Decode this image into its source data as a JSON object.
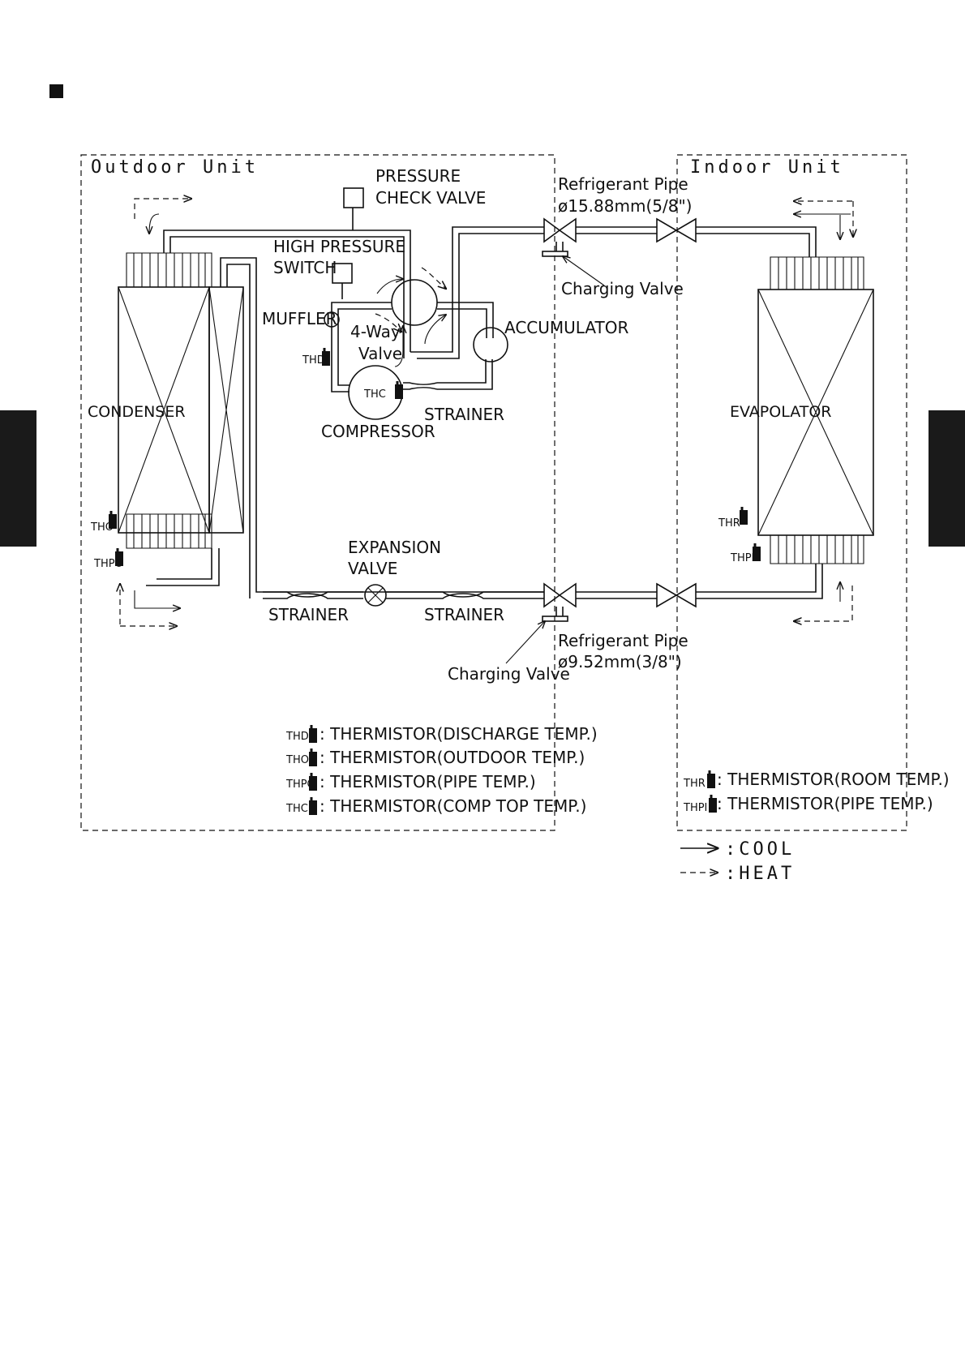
{
  "units": {
    "outdoor": "Outdoor Unit",
    "indoor": "Indoor Unit"
  },
  "components": {
    "pressure_check_valve": [
      "PRESSURE",
      "CHECK VALVE"
    ],
    "high_pressure_switch": [
      "HIGH PRESSURE",
      "SWITCH"
    ],
    "muffler": "MUFFLER",
    "four_way_valve": [
      "4-Way",
      "Valve"
    ],
    "accumulator": "ACCUMULATOR",
    "compressor": "COMPRESSOR",
    "strainer": "STRAINER",
    "condenser": "CONDENSER",
    "evaporator": "EVAPOLATOR",
    "expansion_valve": [
      "EXPANSION",
      "VALVE"
    ],
    "charging_valve": "Charging Valve"
  },
  "pipes": {
    "gas": [
      "Refrigerant Pipe",
      "ø15.88mm(5/8\")"
    ],
    "liquid": [
      "Refrigerant Pipe",
      "ø9.52mm(3/8\")"
    ]
  },
  "sensors": {
    "thd": "THD",
    "tho": "THO",
    "thpo": "THPO",
    "thc": "THC",
    "thr": "THR",
    "thpi": "THPI"
  },
  "outdoor_legend": [
    {
      "sensor": "THD",
      "text": ": THERMISTOR(DISCHARGE TEMP.)"
    },
    {
      "sensor": "THO",
      "text": ": THERMISTOR(OUTDOOR TEMP.)"
    },
    {
      "sensor": "THPO",
      "text": ": THERMISTOR(PIPE TEMP.)"
    },
    {
      "sensor": "THC",
      "text": ": THERMISTOR(COMP TOP TEMP.)"
    }
  ],
  "indoor_legend": [
    {
      "sensor": "THR",
      "text": ": THERMISTOR(ROOM TEMP.)"
    },
    {
      "sensor": "THPI",
      "text": ": THERMISTOR(PIPE TEMP.)"
    }
  ],
  "flow_legend": {
    "cool": ":COOL",
    "heat": ":HEAT"
  }
}
